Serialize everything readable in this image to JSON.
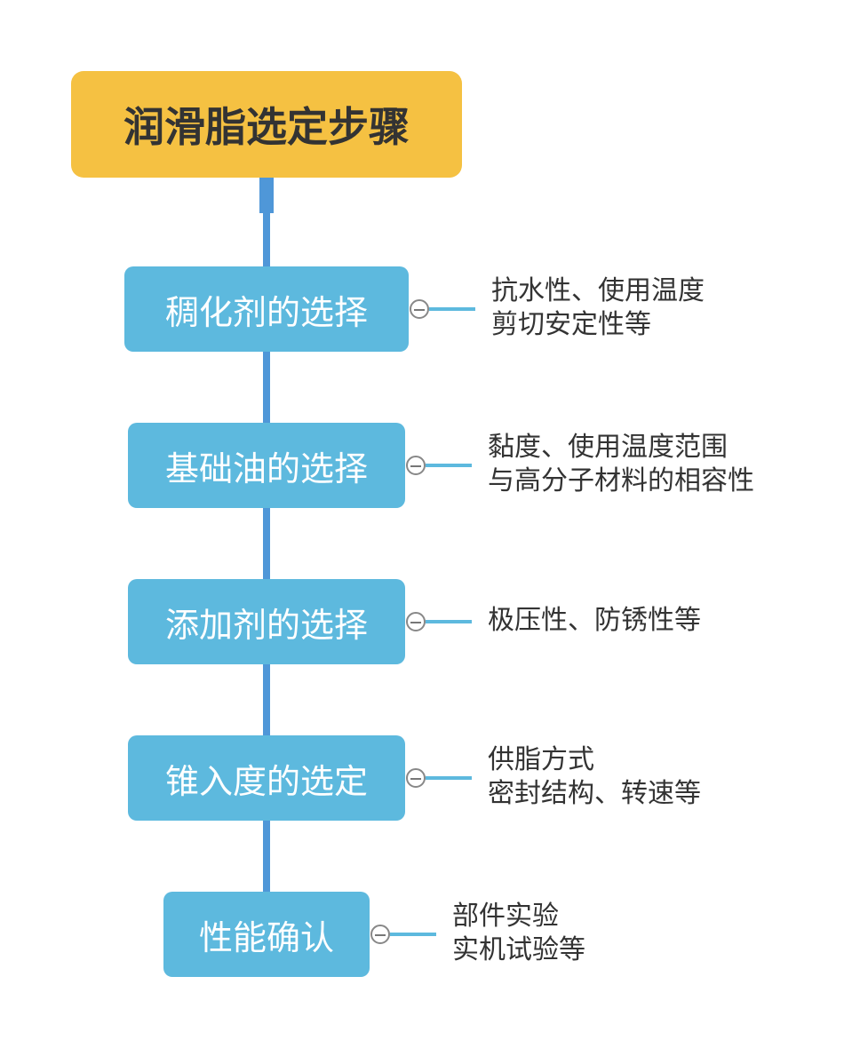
{
  "title": "润滑脂选定步骤",
  "steps": [
    {
      "label": "稠化剂的选择",
      "notes": [
        "抗水性、使用温度",
        "剪切安定性等"
      ]
    },
    {
      "label": "基础油的选择",
      "notes": [
        "黏度、使用温度范围",
        "与高分子材料的相容性"
      ]
    },
    {
      "label": "添加剂的选择",
      "notes": [
        "极压性、防锈性等"
      ]
    },
    {
      "label": "锥入度的选定",
      "notes": [
        "供脂方式",
        "密封结构、转速等"
      ]
    },
    {
      "label": "性能确认",
      "notes": [
        "部件实验",
        "实机试验等"
      ]
    }
  ],
  "colors": {
    "title_bg": "#F5C142",
    "step_bg": "#5DB9DE",
    "trunk": "#4F97D8"
  }
}
